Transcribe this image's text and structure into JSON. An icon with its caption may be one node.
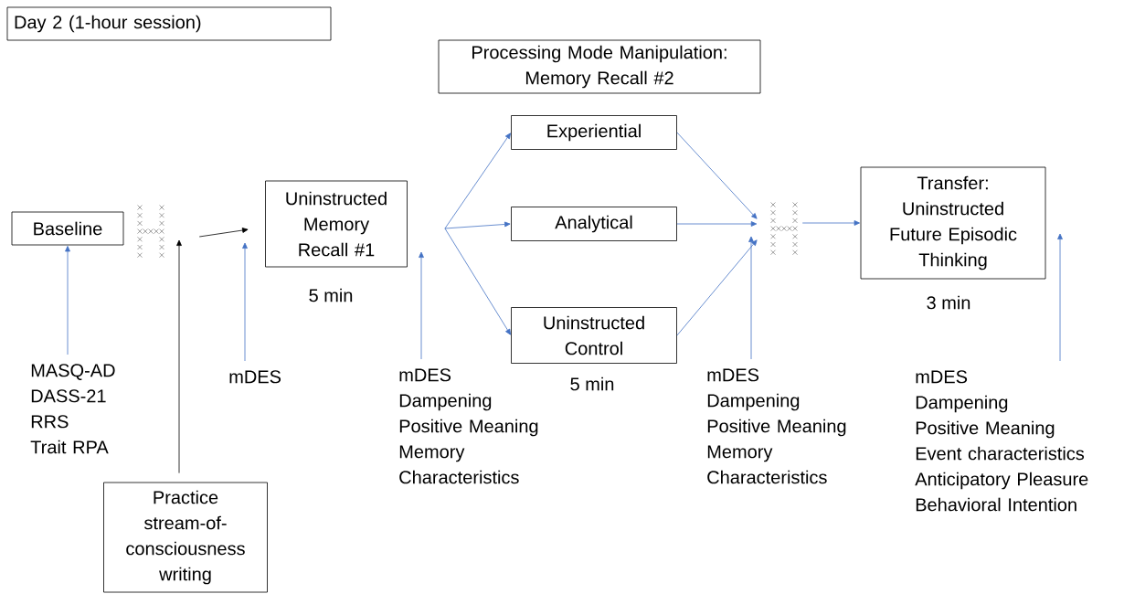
{
  "diagram": {
    "nodes": [
      {
        "text": [
          "Day 2 (1-hour session)"
        ]
      },
      {
        "text": [
          "Baseline"
        ]
      },
      {
        "text": [],
        "shape": "picture"
      },
      {
        "text": [
          "Uninstructed Memory Recall #1"
        ],
        "beside": [
          "5 min"
        ]
      },
      {
        "text": [
          "Processing Mode Manipulation: Memory Recall #2"
        ]
      },
      {
        "text": [
          "Experiential"
        ]
      },
      {
        "text": [
          "Analytical"
        ]
      },
      {
        "text": [
          "Uninstructed Control"
        ],
        "beside": [
          "5 min"
        ]
      },
      {
        "text": [],
        "shape": "picture"
      },
      {
        "text": [
          "Transfer: Uninstructed Future Episodic Thinking"
        ],
        "beside": [
          "3 min"
        ]
      },
      {
        "text": [
          "MASQ-AD",
          "DASS-21",
          "RRS",
          "Trait RPA"
        ]
      },
      {
        "text": [
          "Practice stream-of-consciousness writing"
        ]
      },
      {
        "text": [
          "mDES"
        ]
      },
      {
        "text": [
          "mDES",
          "Dampening",
          "Positive Meaning",
          "Memory Characteristics"
        ]
      },
      {
        "text": [
          "mDES",
          "Dampening",
          "Positive Meaning",
          "Memory Characteristics"
        ]
      },
      {
        "text": [
          "mDES",
          "Dampening",
          "Positive Meaning",
          "Event characteristics",
          "Anticipatory Pleasure",
          "Behavioral Intention"
        ]
      }
    ],
    "edges": [
      {
        "from": 10,
        "to": 1,
        "arrow": "to"
      },
      {
        "from": 11,
        "to": 2,
        "arrow": "to",
        "color": "#000000"
      },
      {
        "from": 2,
        "to": 3,
        "arrow": "to",
        "color": "#000000"
      },
      {
        "from": 12,
        "to": null,
        "arrow": "to"
      },
      {
        "from": 3,
        "to": 5,
        "arrow": "to"
      },
      {
        "from": 3,
        "to": 6,
        "arrow": "to"
      },
      {
        "from": 3,
        "to": 7,
        "arrow": "to"
      },
      {
        "from": 13,
        "to": 3,
        "arrow": "to"
      },
      {
        "from": 5,
        "to": 8,
        "arrow": "to"
      },
      {
        "from": 6,
        "to": 8,
        "arrow": "to"
      },
      {
        "from": 7,
        "to": 8,
        "arrow": "to"
      },
      {
        "from": 14,
        "to": null,
        "arrow": "to"
      },
      {
        "from": 8,
        "to": 9,
        "arrow": "to"
      },
      {
        "from": 15,
        "to": 9,
        "arrow": "to"
      }
    ]
  }
}
